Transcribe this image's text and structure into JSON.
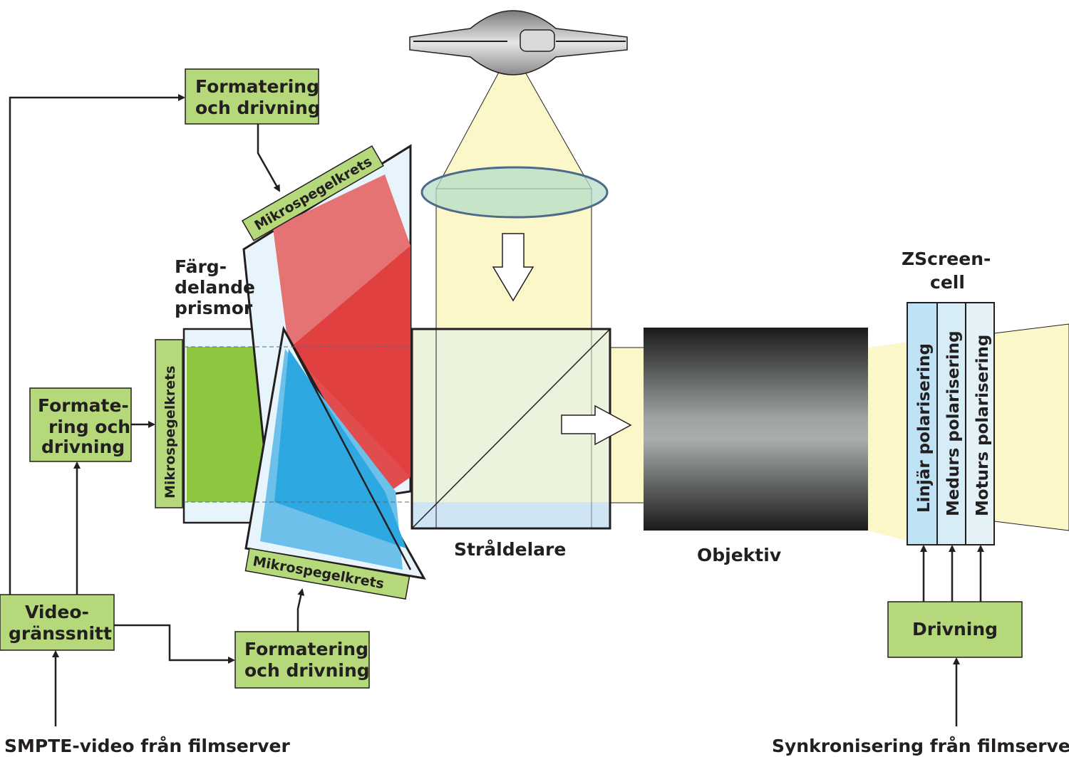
{
  "boxes": {
    "fmt_top": [
      "Formatering",
      "och drivning"
    ],
    "fmt_left": [
      "Formate-",
      "ring och",
      "drivning"
    ],
    "fmt_bottom": [
      "Formatering",
      "och drivning"
    ],
    "video": [
      "Video-",
      "gränssnitt"
    ],
    "drive": "Drivning"
  },
  "chips": {
    "top": "Mikrospegelkrets",
    "left": "Mikrospegelkrets",
    "bottom": "Mikrospegelkrets"
  },
  "labels": {
    "prism": [
      "Färg-",
      "delande",
      "prismor"
    ],
    "splitter": "Stråldelare",
    "lens": "Objektiv",
    "zscreen": [
      "ZScreen-",
      "cell"
    ]
  },
  "zscreen_layers": [
    "Linjär polarisering",
    "Medurs polarisering",
    "Moturs polarisering"
  ],
  "sources": {
    "left": "SMPTE-video från filmserver",
    "right": "Synkronisering från filmserver"
  },
  "colors": {
    "box_green": "#b5d97a",
    "green_panel": "#8dc63f",
    "red": "#e03b3b",
    "red_light": "#e57373",
    "blue": "#2ea8e0",
    "blue_light": "#6cc0ea",
    "light_beam": "#fbf7c8",
    "lens_tint": "#b5dcc8",
    "pol_blue": "#bfe3f5",
    "splitter_tint": "#e8f1d6"
  }
}
